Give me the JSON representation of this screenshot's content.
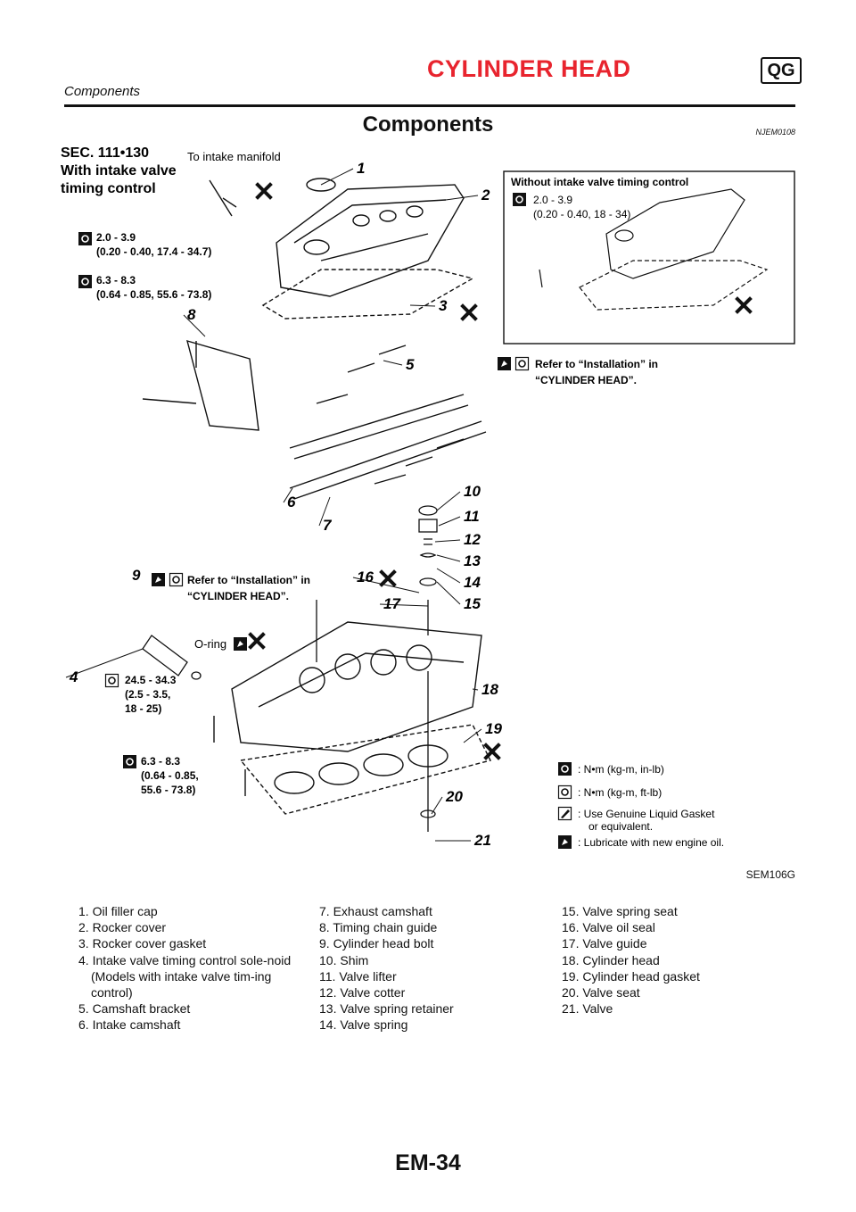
{
  "header": {
    "title": "CYLINDER HEAD",
    "badge": "QG",
    "subtitle": "Components"
  },
  "section": {
    "title": "Components",
    "code": "NJEM0108"
  },
  "figure": {
    "sec_label": "SEC. 111•130",
    "with_control_line1": "With intake valve",
    "with_control_line2": "timing control",
    "to_intake": "To intake manifold",
    "without_title": "Without intake valve timing control",
    "inset_torque_1": "2.0 - 3.9",
    "inset_torque_2": "(0.20 - 0.40, 18 - 34)",
    "torque_a_1": "2.0 - 3.9",
    "torque_a_2": "(0.20 - 0.40, 17.4 - 34.7)",
    "torque_b_1": "6.3 - 8.3",
    "torque_b_2": "(0.64 - 0.85, 55.6 - 73.8)",
    "refer_line1": "Refer to “Installation” in",
    "refer_line2": "“CYLINDER HEAD”.",
    "oring": "O-ring",
    "torque_c_1": "24.5 - 34.3",
    "torque_c_2": "(2.5 - 3.5,",
    "torque_c_3": "18 - 25)",
    "torque_d_1": "6.3 - 8.3",
    "torque_d_2": "(0.64 - 0.85,",
    "torque_d_3": "55.6 - 73.8)",
    "key_inlb": ": N•m (kg-m, in-lb)",
    "key_ftlb": ": N•m (kg-m, ft-lb)",
    "key_gasket_1": ": Use Genuine Liquid Gasket",
    "key_gasket_2": "or equivalent.",
    "key_oil": ": Lubricate with new engine oil.",
    "code": "SEM106G",
    "callouts": [
      "1",
      "2",
      "3",
      "4",
      "5",
      "6",
      "7",
      "8",
      "9",
      "10",
      "11",
      "12",
      "13",
      "14",
      "15",
      "16",
      "17",
      "18",
      "19",
      "20",
      "21"
    ]
  },
  "legend": [
    "1. Oil filler cap",
    "2. Rocker cover",
    "3. Rocker cover gasket",
    "4. Intake valve timing control sole-noid (Models with intake valve tim-ing control)",
    "5. Camshaft bracket",
    "6. Intake camshaft",
    "7. Exhaust camshaft",
    "8. Timing chain guide",
    "9. Cylinder head bolt",
    "10. Shim",
    "11. Valve lifter",
    "12. Valve cotter",
    "13. Valve spring retainer",
    "14. Valve spring",
    "15. Valve spring seat",
    "16. Valve oil seal",
    "17. Valve guide",
    "18. Cylinder head",
    "19. Cylinder head gasket",
    "20. Valve seat",
    "21. Valve"
  ],
  "page_number": "EM-34"
}
